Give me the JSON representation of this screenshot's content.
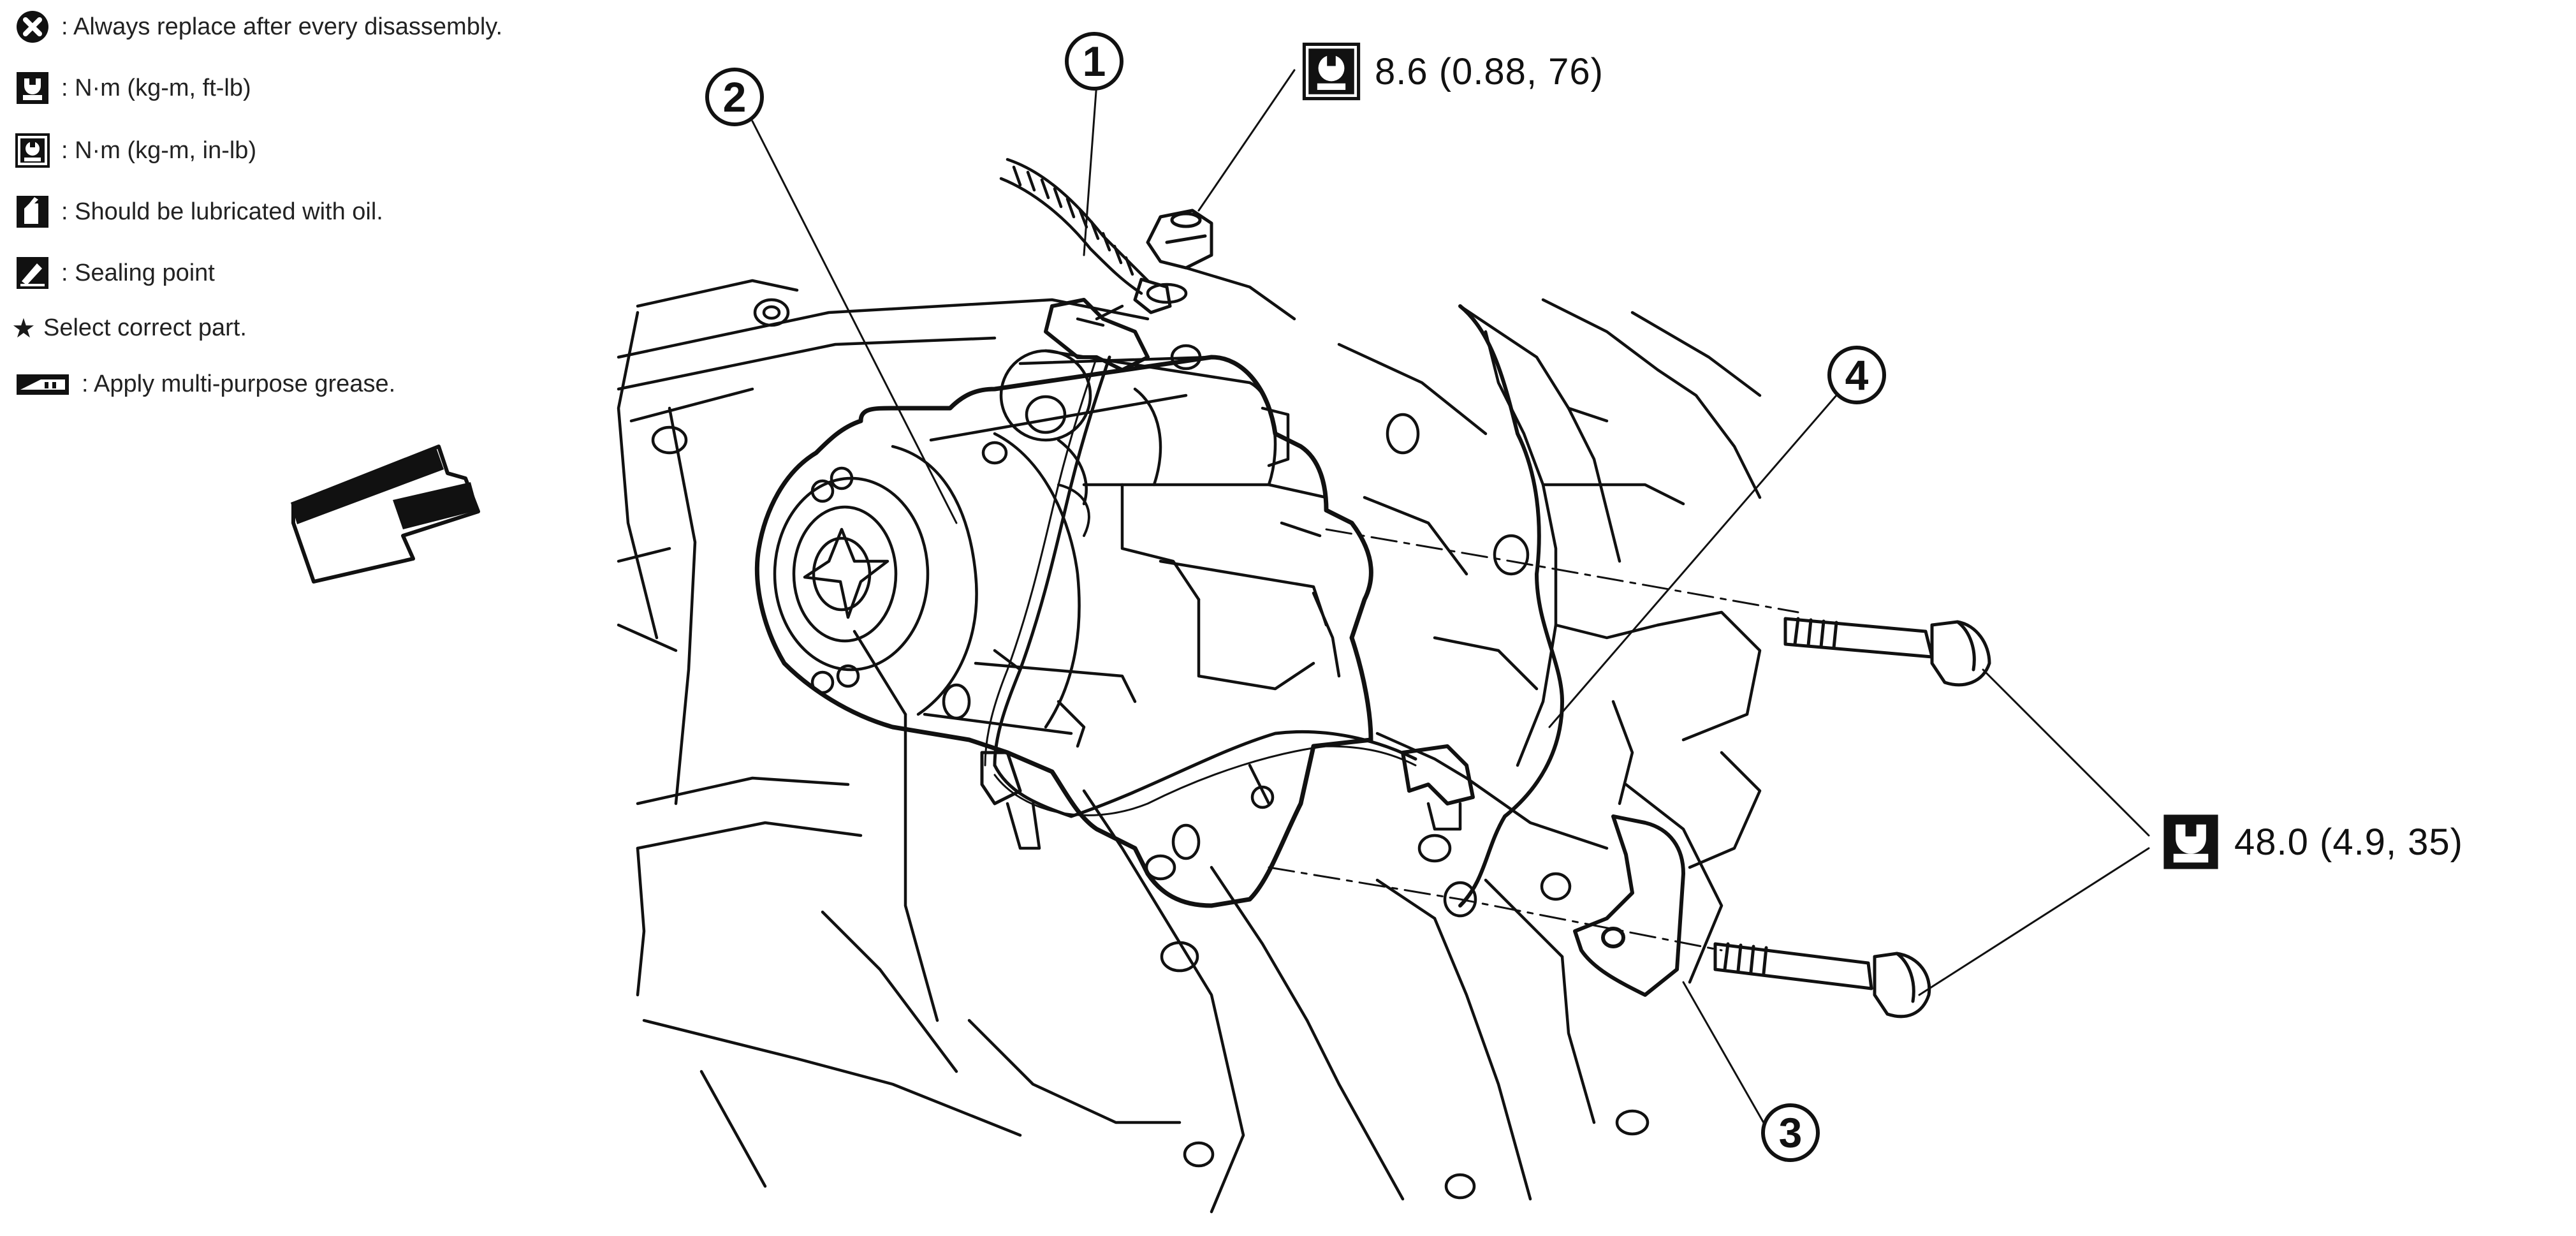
{
  "legend": {
    "items": [
      {
        "icon": "replace-icon",
        "text": ": Always replace after every disassembly."
      },
      {
        "icon": "torque-wrench-icon",
        "text": ": N·m (kg-m, ft-lb)"
      },
      {
        "icon": "torque-wrench-inlb-icon",
        "text": ": N·m (kg-m, in-lb)"
      },
      {
        "icon": "oil-can-icon",
        "text": ": Should be lubricated with oil."
      },
      {
        "icon": "sealing-icon",
        "text": ": Sealing point"
      },
      {
        "icon": "star-icon",
        "text": "Select correct part."
      },
      {
        "icon": "grease-icon",
        "text": ": Apply multi-purpose grease."
      }
    ],
    "star_glyph": "★"
  },
  "callouts": {
    "c1": "1",
    "c2": "2",
    "c3": "3",
    "c4": "4"
  },
  "torques": {
    "nut": "8.6 (0.88, 76)",
    "bolts": "48.0 (4.9, 35)"
  },
  "colors": {
    "line": "#111111",
    "paper": "#ffffff"
  }
}
